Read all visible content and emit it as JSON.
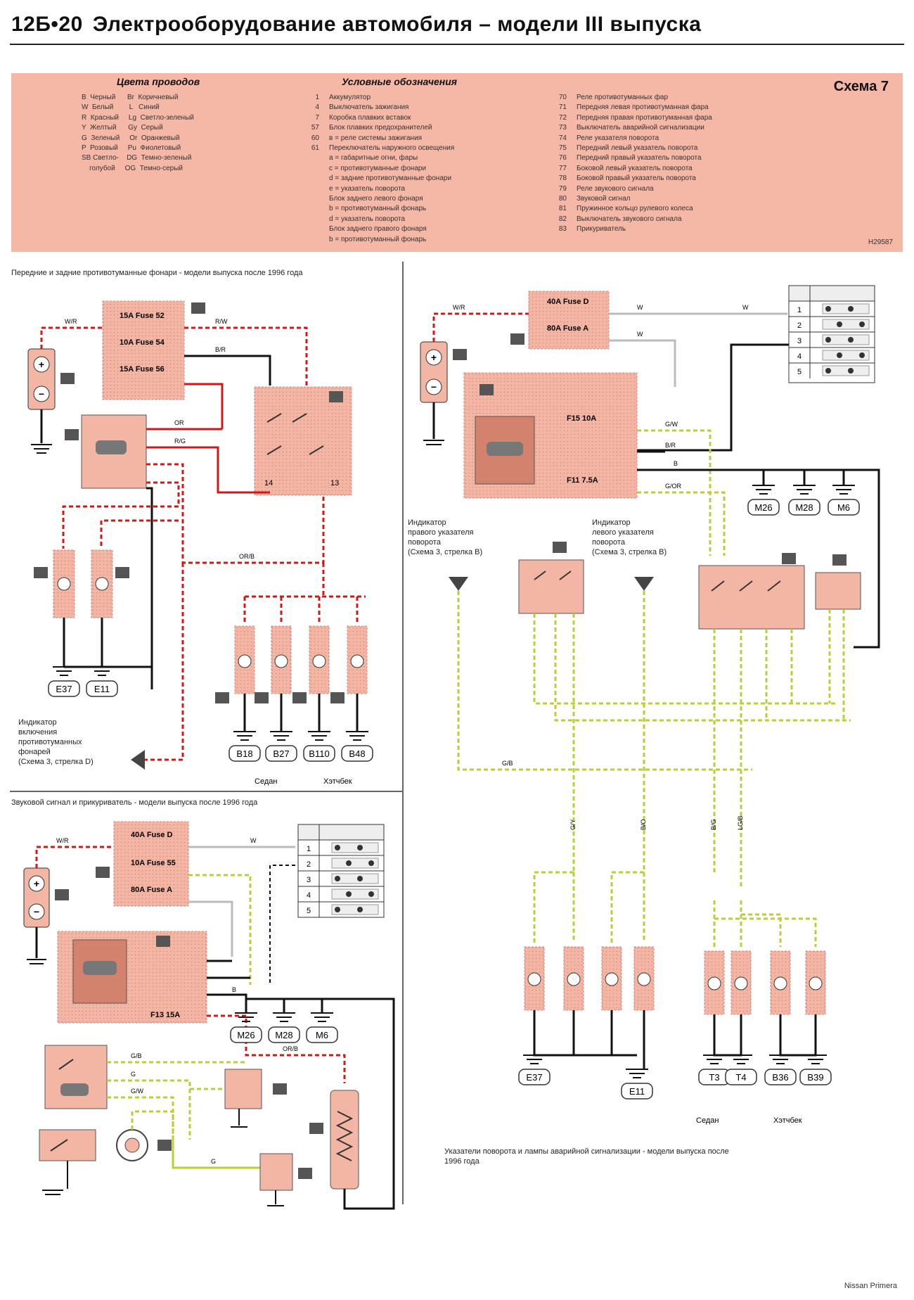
{
  "header": {
    "page_number": "12Б•20",
    "title": "Электрооборудование автомобиля – модели III выпуска"
  },
  "legend": {
    "wire_colors_title": "Цвета проводов",
    "symbols_title": "Условные обозначения",
    "scheme_label": "Схема 7",
    "code": "H29587",
    "wire_colors": [
      "B  Черный      Br  Коричневый",
      "W  Белый        L   Синий",
      "R  Красный     Lg  Светло-зеленый",
      "Y  Желтый      Gy  Серый",
      "G  Зеленый     Or  Оранжевый",
      "P  Розовый     Pu  Фиолетовый",
      "SB Светло-    DG  Темно-зеленый",
      "    голубой     OG  Темно-серый"
    ],
    "symbols_nums": [
      "1",
      "4",
      "7",
      "",
      "57",
      "",
      "",
      "",
      "",
      "60",
      "",
      "",
      "61",
      "",
      ""
    ],
    "symbols_texts": [
      "Аккумулятор",
      "Выключатель зажигания",
      "Коробка плавких вставок",
      "Блок плавких предохранителей",
      "в = реле системы зажигания",
      "Переключатель наружного освещения",
      "а = габаритные огни, фары",
      "с = противотуманные фонари",
      "d = задние противотуманные фонари",
      "е = указатель поворота",
      "Блок заднего левого фонаря",
      "b = противотуманный фонарь",
      "d = указатель поворота",
      "Блок заднего правого фонаря",
      "b = противотуманный фонарь"
    ],
    "relay_nums": [
      "70",
      "71",
      "72",
      "73",
      "74",
      "75",
      "76",
      "77",
      "78",
      "79",
      "80",
      "81",
      "82",
      "83"
    ],
    "relay_texts": [
      "Реле противотуманных фар",
      "Передняя левая противотуманная фара",
      "Передняя правая противотуманная фара",
      "Выключатель аварийной сигнализации",
      "Реле указателя поворота",
      "Передний левый указатель поворота",
      "Передний правый указатель поворота",
      "Боковой левый указатель поворота",
      "Боковой правый указатель поворота",
      "Реле звукового сигнала",
      "Звуковой сигнал",
      "Пружинное кольцо рулевого колеса",
      "Выключатель звукового сигнала",
      "Прикуриватель"
    ]
  },
  "sections": {
    "fog": "Передние и задние противотуманные фонари - модели выпуска после 1996 года",
    "horn": "Звуковой сигнал и прикуриватель - модели выпуска после 1996 года",
    "turn": "Указатели поворота и лампы аварийной сигнализации - модели выпуска после 1996 года"
  },
  "notes": {
    "fog_indicator": "Индикатор\nвключения\nпротивотуманных\nфонарей\n(Схема 3, стрелка D)",
    "turn_right": "Индикатор\nправого указателя\nповорота\n(Схема 3, стрелка B)",
    "turn_left": "Индикатор\nлевого указателя\nповорота\n(Схема 3, стрелка B)"
  },
  "labels": {
    "fuse52": "15A Fuse 52",
    "fuse54": "10A Fuse 54",
    "fuse56": "15A Fuse 56",
    "fuseD": "40A Fuse D",
    "fuseA": "80A Fuse A",
    "fuse55": "10A Fuse 55",
    "f13": "F13 15A",
    "f15": "F15 10A",
    "f11": "F11 7.5A",
    "w": "W",
    "wr": "W/R",
    "rw": "R/W",
    "br": "B/R",
    "or": "OR",
    "rg": "R/G",
    "orb": "OR/B",
    "b": "B",
    "gw": "G/W",
    "gor": "G/OR",
    "gb": "G/B",
    "g": "G",
    "gy": "G/Y",
    "bo": "B/O",
    "bg": "B/G",
    "lgb": "LG/B",
    "sedan": "Седан",
    "hatch": "Хэтчбек",
    "brand": "Nissan Primera"
  },
  "grounds": {
    "fog_left": [
      "E37",
      "E11"
    ],
    "fog_right": [
      "B18",
      "B27",
      "B110",
      "B48"
    ],
    "horn": [
      "M26",
      "M28",
      "M6"
    ],
    "turn_top": [
      "M26",
      "M28",
      "M6"
    ],
    "turn_bottom": [
      "E37",
      "E11",
      "T3",
      "T4",
      "B36",
      "B39"
    ]
  },
  "matrix_rows": [
    "1",
    "2",
    "3",
    "4",
    "5"
  ],
  "colors": {
    "legend_bg": "#f5b7a6",
    "component": "#f3b6a4",
    "wire_red": "#d01818",
    "wire_black": "#111111",
    "wire_green": "#b9cf3a",
    "wire_grey": "#bbbbbb"
  }
}
